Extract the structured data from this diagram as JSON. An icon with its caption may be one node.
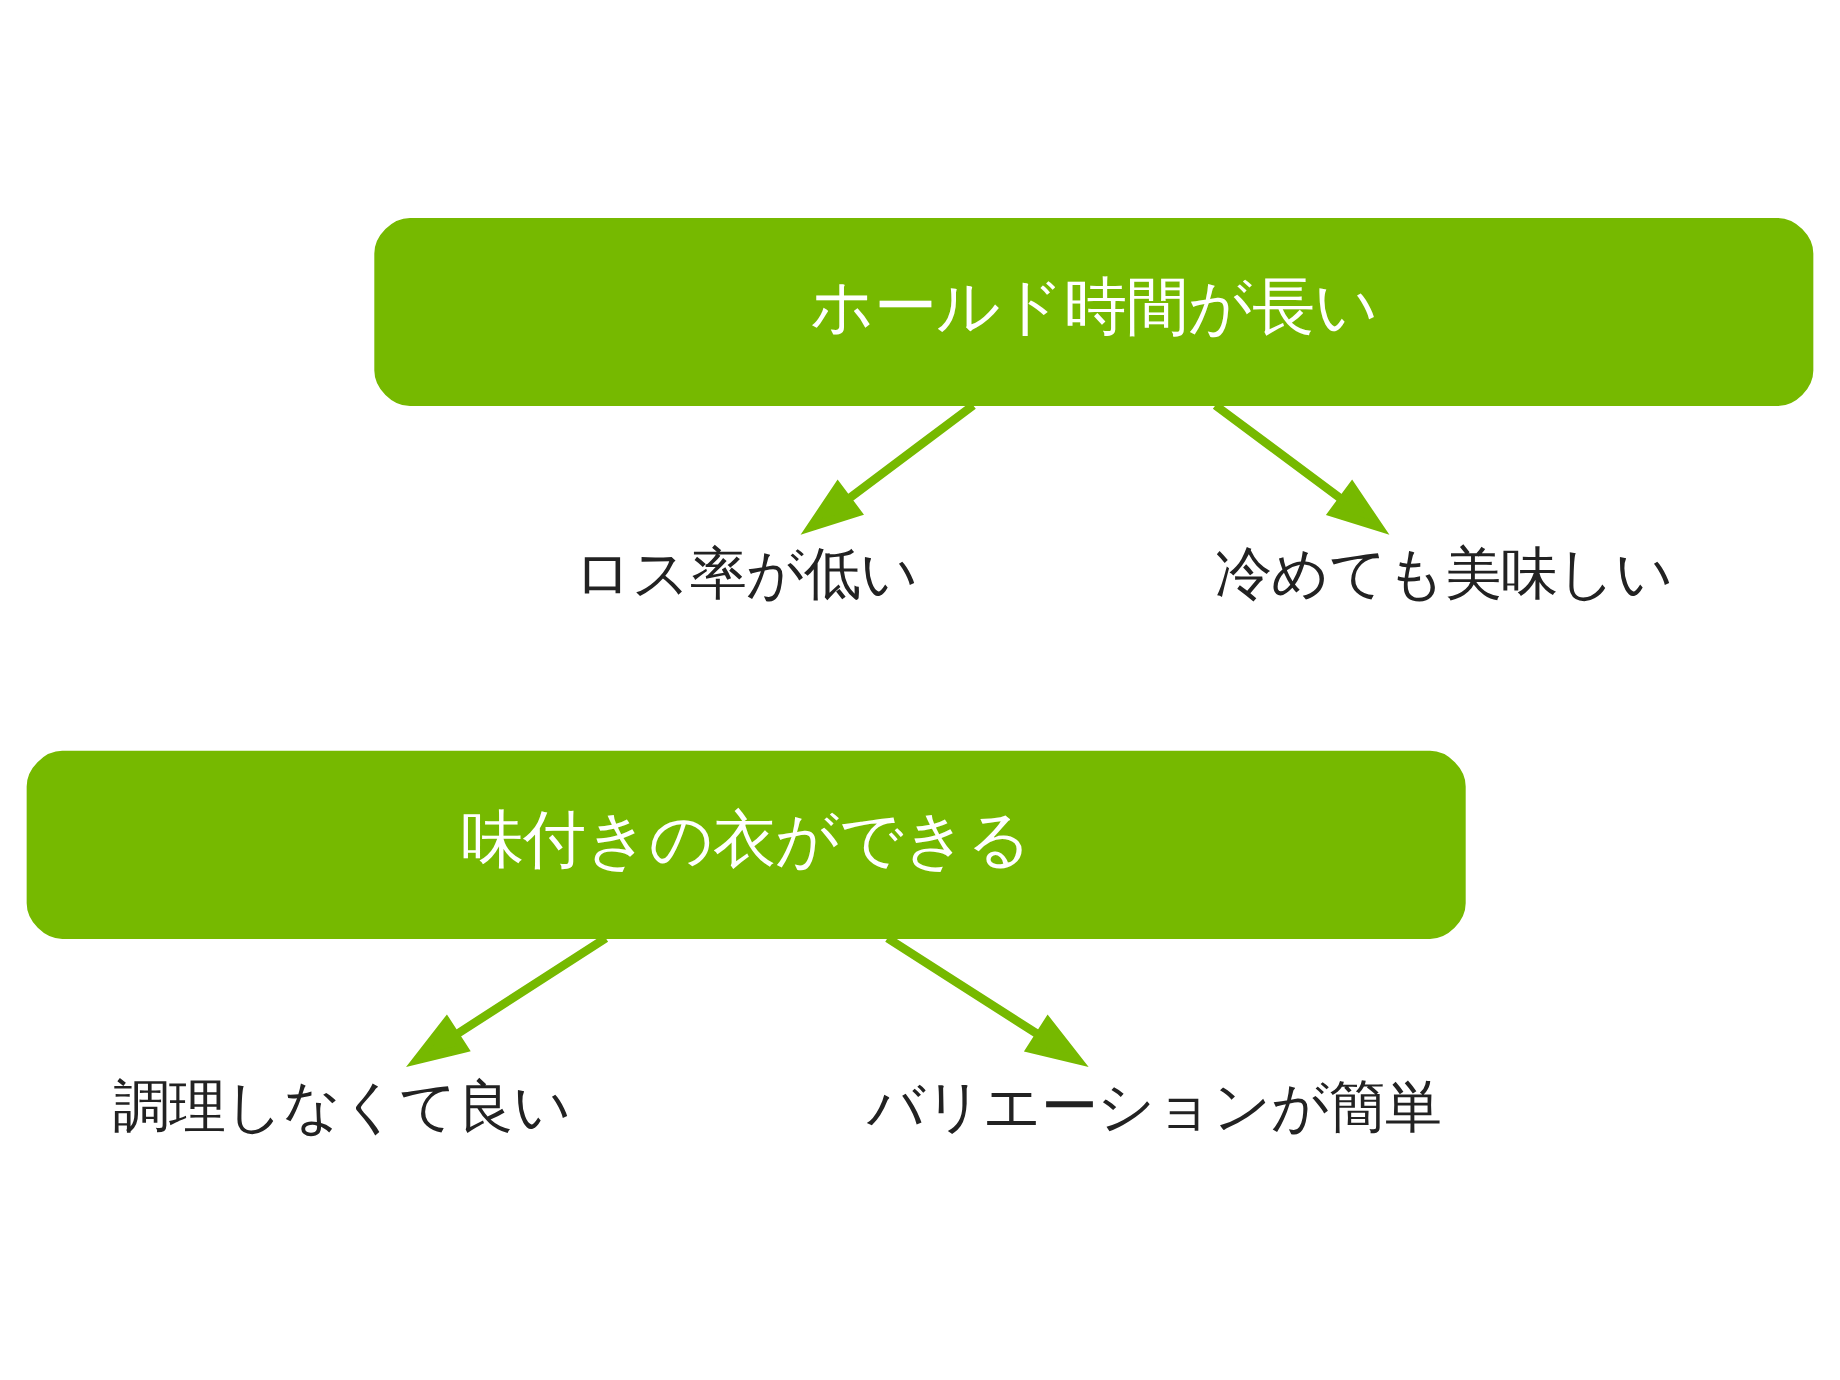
{
  "diagram": {
    "nodes": [
      {
        "text": [
          "ホールド時間が長い"
        ]
      },
      {
        "text": [
          "ロス率が低い"
        ]
      },
      {
        "text": [
          "冷めても美味しい"
        ]
      },
      {
        "text": [
          "味付きの衣ができる"
        ]
      },
      {
        "text": [
          "調理しなくて良い"
        ]
      },
      {
        "text": [
          "バリエーションが簡単"
        ]
      }
    ],
    "edges": [
      {
        "from": 0,
        "to": 1,
        "arrow": "to"
      },
      {
        "from": 0,
        "to": 2,
        "arrow": "to"
      },
      {
        "from": 3,
        "to": 4,
        "arrow": "to"
      },
      {
        "from": 3,
        "to": 5,
        "arrow": "to"
      }
    ]
  }
}
